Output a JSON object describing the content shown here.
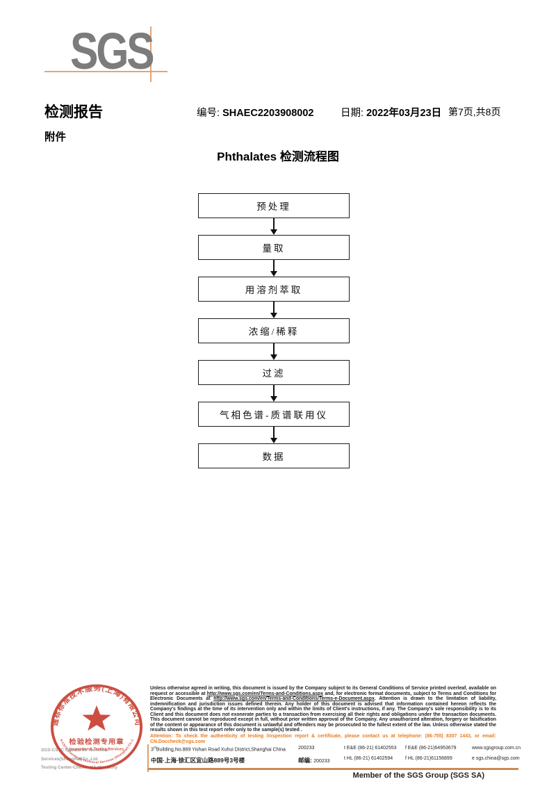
{
  "logo": {
    "text": "SGS",
    "text_color": "#7c7c7c",
    "line_color": "#e3a375"
  },
  "header": {
    "report_title": "检测报告",
    "report_no_label": "编号:",
    "report_no": "SHAEC2203908002",
    "date_label": "日期:",
    "date": "2022年03月23日",
    "page_info": "第7页,共8页",
    "attachment": "附件"
  },
  "flowchart": {
    "title": "Phthalates 检测流程图",
    "steps": [
      "预处理",
      "量取",
      "用溶剂萃取",
      "浓缩/稀释",
      "过滤",
      "气相色谱-质谱联用仪",
      "数据"
    ]
  },
  "stamp": {
    "arc_top": "通标标准技术服务(上海)有限公司",
    "arc_bottom": "SGS-CSTC Standards Technical Services (Shanghai) Co.,Ltd.",
    "line1": "检验检测专用章",
    "line2": "Inspection & Testing Services",
    "color": "#c63627"
  },
  "company_gray": {
    "line1": "SGS-CSTC Standards Technical Services(Shanghai)Co.,Ltd.",
    "line2": "Testing Center-Chemical Laboratory"
  },
  "legal": {
    "parts": [
      {
        "t": "Unless otherwise agreed in writing, this document is issued by the Company subject to its General Conditions of Service printed overleaf, available on request or accessible at "
      },
      {
        "t": "http://www.sgs.com/en/Terms-and-Conditions.aspx",
        "u": true
      },
      {
        "t": " and, for electronic format documents, subject to Terms and Conditions for Electronic Documents at "
      },
      {
        "t": "http://www.sgs.com/en/Terms-and-Conditions/Terms-e-Document.aspx",
        "u": true
      },
      {
        "t": ". Attention is drawn to the limitation of liability, indemnification and jurisdiction issues defined therein. Any holder of this document is advised that information contained hereon reflects the Company's findings at the time of its intervention only and within the limits of Client's instructions, if any. The Company's sole responsibility is to its Client and this document does not exonerate parties to a transaction from exercising all their rights and obligations under the transaction documents. This document cannot be reproduced except in full, without prior written approval of the Company. Any unauthorized alteration, forgery or falsification of the content or appearance of this document is unlawful and offenders may be prosecuted to the fullest extent of the law. Unless otherwise stated the results shown in this test report refer only to the sample(s) tested ."
      }
    ],
    "attention": "Attention: To check the authenticity of testing /inspection report & certificate, please contact us at telephone: (86-755) 8307 1443, or email: CN.Doccheck@sgs.com"
  },
  "address": {
    "en_building_num": "3",
    "en_building_sup": "rd",
    "en_line": "Building,No.889 Yishan Road Xuhui District,Shanghai China",
    "en_postcode": "200233",
    "cn_line": "中国·上海·徐汇区宜山路889号3号楼",
    "cn_post_label": "邮编:",
    "cn_postcode": "200233",
    "tel1": "t E&E (86-21) 61402553",
    "fax1": "f E&E (86-21)64953679",
    "web": "www.sgsgroup.com.cn",
    "tel2": "t HL (86-21) 61402594",
    "fax2": "f HL (86-21)61156899",
    "email": "e sgs.china@sgs.com"
  },
  "footer": {
    "member": "Member of the SGS Group (SGS SA)"
  }
}
